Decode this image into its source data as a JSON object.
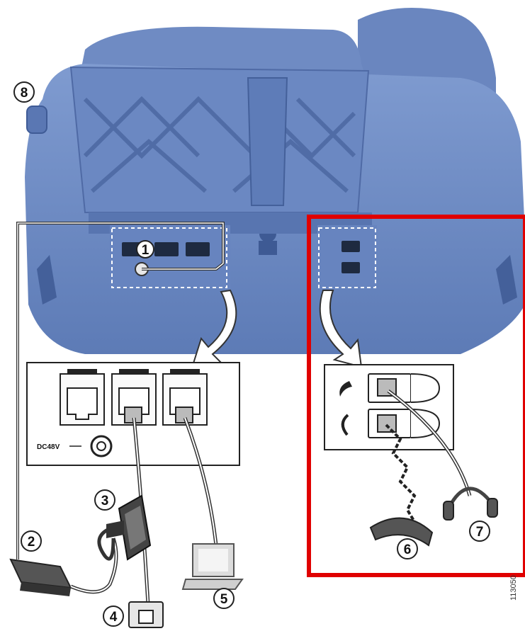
{
  "callouts": [
    "1",
    "2",
    "3",
    "4",
    "5",
    "6",
    "7",
    "8"
  ],
  "labels": {
    "dc_label": "DC48V"
  },
  "figure_id": "113050",
  "colors": {
    "phone_body": "#6f8cc4",
    "phone_shadow": "#4f6da8",
    "highlight_box": "#e00000",
    "cable": "#444444"
  },
  "icons": [
    "phone-base-icon",
    "power-adapter-icon",
    "wall-outlet-icon",
    "network-jack-icon",
    "computer-icon",
    "handset-icon",
    "headset-icon",
    "cable-arrow-icon"
  ]
}
